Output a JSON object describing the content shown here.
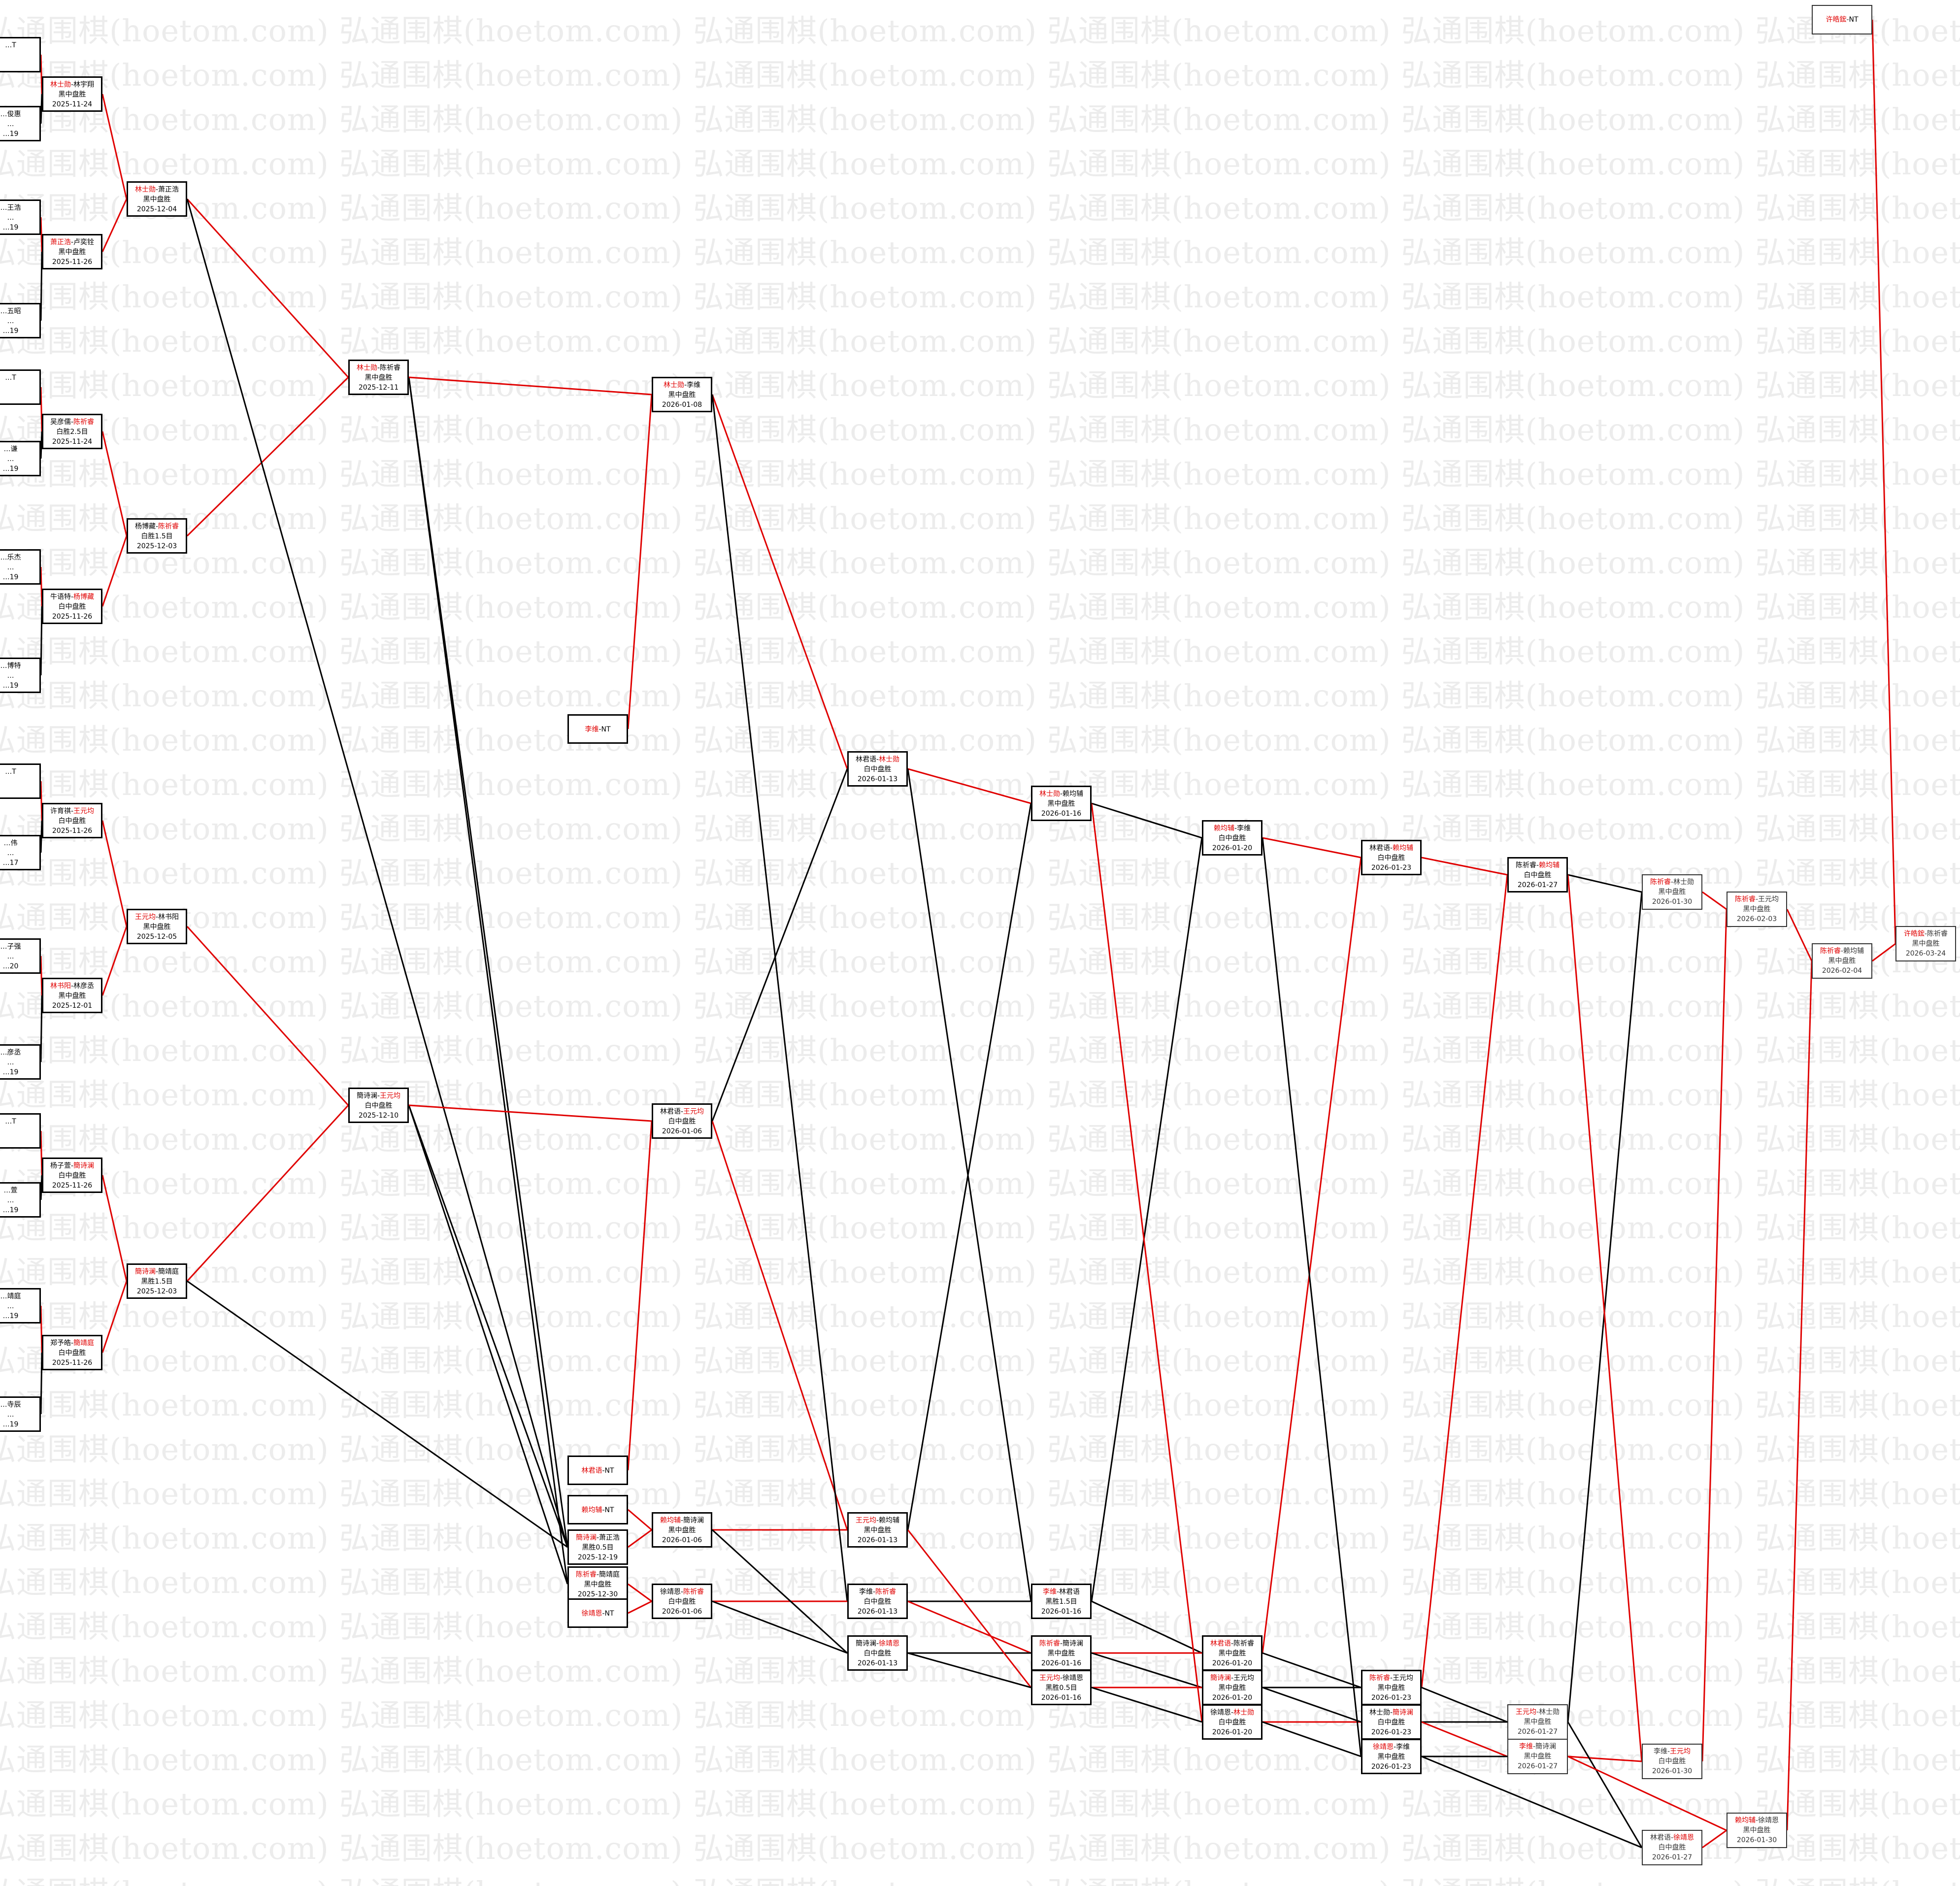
{
  "watermark_text": "弘通围棋(hoetom.com)",
  "colors": {
    "winner": "#e00000",
    "line_win": "#e00000",
    "line_loss": "#000000",
    "watermark": "#ececec"
  },
  "nodes": [
    {
      "id": "e1",
      "p1": "…T",
      "p2": "",
      "w": 0,
      "result": "",
      "date": ""
    },
    {
      "id": "e2",
      "p1": "…俊惠",
      "p2": "",
      "w": 0,
      "result": "…",
      "date": "…19"
    },
    {
      "id": "e3",
      "p1": "…王浩",
      "p2": "",
      "w": 0,
      "result": "…",
      "date": "…19"
    },
    {
      "id": "e4",
      "p1": "…五昭",
      "p2": "",
      "w": 0,
      "result": "…",
      "date": "…19"
    },
    {
      "id": "e5",
      "p1": "…T",
      "p2": "",
      "w": 0,
      "result": "",
      "date": ""
    },
    {
      "id": "e6",
      "p1": "…谦",
      "p2": "",
      "w": 0,
      "result": "…",
      "date": "…19"
    },
    {
      "id": "e7",
      "p1": "…乐杰",
      "p2": "",
      "w": 0,
      "result": "…",
      "date": "…19"
    },
    {
      "id": "e8",
      "p1": "…博特",
      "p2": "",
      "w": 0,
      "result": "…",
      "date": "…19"
    },
    {
      "id": "e9",
      "p1": "…T",
      "p2": "",
      "w": 0,
      "result": "",
      "date": ""
    },
    {
      "id": "e10",
      "p1": "…伟",
      "p2": "",
      "w": 0,
      "result": "…",
      "date": "…17"
    },
    {
      "id": "e11",
      "p1": "…子强",
      "p2": "",
      "w": 0,
      "result": "…",
      "date": "…20"
    },
    {
      "id": "e12",
      "p1": "…彦丞",
      "p2": "",
      "w": 0,
      "result": "…",
      "date": "…19"
    },
    {
      "id": "e13",
      "p1": "…T",
      "p2": "",
      "w": 0,
      "result": "",
      "date": ""
    },
    {
      "id": "e14",
      "p1": "…萱",
      "p2": "",
      "w": 0,
      "result": "…",
      "date": "…19"
    },
    {
      "id": "e15",
      "p1": "…靖庭",
      "p2": "",
      "w": 0,
      "result": "…",
      "date": "…19"
    },
    {
      "id": "e16",
      "p1": "…寺辰",
      "p2": "",
      "w": 0,
      "result": "…",
      "date": "…19"
    },
    {
      "id": "a1",
      "p1": "林士勋",
      "p2": "林宇翔",
      "w": 1,
      "result": "黑中盘胜",
      "date": "2025-11-24"
    },
    {
      "id": "a2",
      "p1": "萧正浩",
      "p2": "卢奕铨",
      "w": 1,
      "result": "黑中盘胜",
      "date": "2025-11-26"
    },
    {
      "id": "a3",
      "p1": "吴彦儒",
      "p2": "陈祈睿",
      "w": 2,
      "result": "白胜2.5目",
      "date": "2025-11-24"
    },
    {
      "id": "a4",
      "p1": "牛语特",
      "p2": "杨博藏",
      "w": 2,
      "result": "白中盘胜",
      "date": "2025-11-26"
    },
    {
      "id": "a5",
      "p1": "许育祺",
      "p2": "王元均",
      "w": 2,
      "result": "白中盘胜",
      "date": "2025-11-26"
    },
    {
      "id": "a6",
      "p1": "林书阳",
      "p2": "林彦丞",
      "w": 1,
      "result": "黑中盘胜",
      "date": "2025-12-01"
    },
    {
      "id": "a7",
      "p1": "杨子萱",
      "p2": "簡诗澜",
      "w": 2,
      "result": "白中盘胜",
      "date": "2025-11-26"
    },
    {
      "id": "a8",
      "p1": "郑予皓",
      "p2": "簡靖庭",
      "w": 2,
      "result": "白中盘胜",
      "date": "2025-11-26"
    },
    {
      "id": "b1",
      "p1": "林士勋",
      "p2": "萧正浩",
      "w": 1,
      "result": "黑中盘胜",
      "date": "2025-12-04"
    },
    {
      "id": "b2",
      "p1": "杨博藏",
      "p2": "陈祈睿",
      "w": 2,
      "result": "白胜1.5目",
      "date": "2025-12-03"
    },
    {
      "id": "b3",
      "p1": "王元均",
      "p2": "林书阳",
      "w": 1,
      "result": "黑中盘胜",
      "date": "2025-12-05"
    },
    {
      "id": "b4",
      "p1": "簡诗澜",
      "p2": "簡靖庭",
      "w": 1,
      "result": "黑胜1.5目",
      "date": "2025-12-03"
    },
    {
      "id": "c1",
      "p1": "林士勋",
      "p2": "陈祈睿",
      "w": 1,
      "result": "黑中盘胜",
      "date": "2025-12-11"
    },
    {
      "id": "c2",
      "p1": "簡诗澜",
      "p2": "王元均",
      "w": 2,
      "result": "白中盘胜",
      "date": "2025-12-10"
    },
    {
      "id": "l1",
      "p1": "李维",
      "p2": "NT",
      "w": 1,
      "result": "",
      "date": "",
      "single": true
    },
    {
      "id": "l2",
      "p1": "林君语",
      "p2": "NT",
      "w": 1,
      "result": "",
      "date": "",
      "single": true
    },
    {
      "id": "l3",
      "p1": "赖均辅",
      "p2": "NT",
      "w": 1,
      "result": "",
      "date": "",
      "single": true
    },
    {
      "id": "l4",
      "p1": "簡诗澜",
      "p2": "萧正浩",
      "w": 1,
      "result": "黑胜0.5目",
      "date": "2025-12-19"
    },
    {
      "id": "l5",
      "p1": "陈祈睿",
      "p2": "簡靖庭",
      "w": 1,
      "result": "黑中盘胜",
      "date": "2025-12-30"
    },
    {
      "id": "l6",
      "p1": "徐靖恩",
      "p2": "NT",
      "w": 1,
      "result": "",
      "date": "",
      "single": true
    },
    {
      "id": "d1",
      "p1": "林士勋",
      "p2": "李维",
      "w": 1,
      "result": "黑中盘胜",
      "date": "2026-01-08"
    },
    {
      "id": "d2",
      "p1": "林君语",
      "p2": "王元均",
      "w": 2,
      "result": "白中盘胜",
      "date": "2026-01-06"
    },
    {
      "id": "d3",
      "p1": "赖均辅",
      "p2": "簡诗澜",
      "w": 1,
      "result": "黑中盘胜",
      "date": "2026-01-06"
    },
    {
      "id": "d4",
      "p1": "徐靖恩",
      "p2": "陈祈睿",
      "w": 2,
      "result": "白中盘胜",
      "date": "2026-01-06"
    },
    {
      "id": "f1",
      "p1": "林君语",
      "p2": "林士勋",
      "w": 2,
      "result": "白中盘胜",
      "date": "2026-01-13"
    },
    {
      "id": "f2",
      "p1": "王元均",
      "p2": "赖均辅",
      "w": 1,
      "result": "黑中盘胜",
      "date": "2026-01-13"
    },
    {
      "id": "f3",
      "p1": "李维",
      "p2": "陈祈睿",
      "w": 2,
      "result": "白中盘胜",
      "date": "2026-01-13"
    },
    {
      "id": "f4",
      "p1": "簡诗澜",
      "p2": "徐靖恩",
      "w": 2,
      "result": "白中盘胜",
      "date": "2026-01-13"
    },
    {
      "id": "g1",
      "p1": "林士勋",
      "p2": "赖均辅",
      "w": 1,
      "result": "黑中盘胜",
      "date": "2026-01-16"
    },
    {
      "id": "g2",
      "p1": "李维",
      "p2": "林君语",
      "w": 1,
      "result": "黑胜1.5目",
      "date": "2026-01-16"
    },
    {
      "id": "g3",
      "p1": "陈祈睿",
      "p2": "簡诗澜",
      "w": 1,
      "result": "黑中盘胜",
      "date": "2026-01-16"
    },
    {
      "id": "g4",
      "p1": "王元均",
      "p2": "徐靖恩",
      "w": 1,
      "result": "黑胜0.5目",
      "date": "2026-01-16"
    },
    {
      "id": "h1",
      "p1": "赖均辅",
      "p2": "李维",
      "w": 1,
      "result": "白中盘胜",
      "date": "2026-01-20"
    },
    {
      "id": "h2",
      "p1": "林君语",
      "p2": "陈祈睿",
      "w": 1,
      "result": "黑中盘胜",
      "date": "2026-01-20"
    },
    {
      "id": "h3",
      "p1": "簡诗澜",
      "p2": "王元均",
      "w": 1,
      "result": "黑中盘胜",
      "date": "2026-01-20"
    },
    {
      "id": "h4",
      "p1": "徐靖恩",
      "p2": "林士勋",
      "w": 2,
      "result": "白中盘胜",
      "date": "2026-01-20"
    },
    {
      "id": "i1",
      "p1": "林君语",
      "p2": "赖均辅",
      "w": 2,
      "result": "白中盘胜",
      "date": "2026-01-23"
    },
    {
      "id": "i2",
      "p1": "陈祈睿",
      "p2": "王元均",
      "w": 1,
      "result": "黑中盘胜",
      "date": "2026-01-23"
    },
    {
      "id": "i3",
      "p1": "林士勋",
      "p2": "簡诗澜",
      "w": 2,
      "result": "白中盘胜",
      "date": "2026-01-23"
    },
    {
      "id": "i4",
      "p1": "徐靖恩",
      "p2": "李维",
      "w": 1,
      "result": "黑中盘胜",
      "date": "2026-01-23"
    },
    {
      "id": "j1",
      "p1": "陈祈睿",
      "p2": "赖均辅",
      "w": 2,
      "result": "白中盘胜",
      "date": "2026-01-27"
    },
    {
      "id": "j2",
      "p1": "王元均",
      "p2": "林士勋",
      "w": 1,
      "result": "黑中盘胜",
      "date": "2026-01-27",
      "late": true
    },
    {
      "id": "j3",
      "p1": "李维",
      "p2": "簡诗澜",
      "w": 1,
      "result": "黑中盘胜",
      "date": "2026-01-27",
      "late": true
    },
    {
      "id": "k1",
      "p1": "陈祈睿",
      "p2": "林士勋",
      "w": 1,
      "result": "黑中盘胜",
      "date": "2026-01-30",
      "late": true
    },
    {
      "id": "k2",
      "p1": "李维",
      "p2": "王元均",
      "w": 2,
      "result": "白中盘胜",
      "date": "2026-01-30",
      "late": true
    },
    {
      "id": "k3",
      "p1": "林君语",
      "p2": "徐靖恩",
      "w": 2,
      "result": "白中盘胜",
      "date": "2026-01-27",
      "late": true
    },
    {
      "id": "m1",
      "p1": "陈祈睿",
      "p2": "王元均",
      "w": 1,
      "result": "黑中盘胜",
      "date": "2026-02-03",
      "late": true
    },
    {
      "id": "m2",
      "p1": "赖均辅",
      "p2": "徐靖恩",
      "w": 1,
      "result": "黑中盘胜",
      "date": "2026-01-30",
      "late": true
    },
    {
      "id": "n1",
      "p1": "陈祈睿",
      "p2": "赖均辅",
      "w": 1,
      "result": "黑中盘胜",
      "date": "2026-02-04",
      "late": true
    },
    {
      "id": "q1",
      "p1": "许皓鋐",
      "p2": "NT",
      "w": 1,
      "result": "",
      "date": "",
      "single": true,
      "late": true
    },
    {
      "id": "z1",
      "p1": "许皓鋐",
      "p2": "陈祈睿",
      "w": 1,
      "result": "黑中盘胜",
      "date": "2026-03-24",
      "late": true
    }
  ],
  "edges": [
    {
      "from": "e1",
      "to": "a1",
      "win": true
    },
    {
      "from": "e2",
      "to": "a1",
      "win": false
    },
    {
      "from": "e3",
      "to": "a2",
      "win": true
    },
    {
      "from": "e4",
      "to": "a2",
      "win": false
    },
    {
      "from": "e5",
      "to": "a3",
      "win": true
    },
    {
      "from": "e6",
      "to": "a3",
      "win": false
    },
    {
      "from": "e7",
      "to": "a4",
      "win": true
    },
    {
      "from": "e8",
      "to": "a4",
      "win": false
    },
    {
      "from": "e9",
      "to": "a5",
      "win": true
    },
    {
      "from": "e10",
      "to": "a5",
      "win": false
    },
    {
      "from": "e11",
      "to": "a6",
      "win": true
    },
    {
      "from": "e12",
      "to": "a6",
      "win": false
    },
    {
      "from": "e13",
      "to": "a7",
      "win": true
    },
    {
      "from": "e14",
      "to": "a7",
      "win": false
    },
    {
      "from": "e15",
      "to": "a8",
      "win": true
    },
    {
      "from": "e16",
      "to": "a8",
      "win": false
    },
    {
      "from": "a1",
      "to": "b1",
      "win": true
    },
    {
      "from": "a2",
      "to": "b1",
      "win": true
    },
    {
      "from": "a3",
      "to": "b2",
      "win": true
    },
    {
      "from": "a4",
      "to": "b2",
      "win": true
    },
    {
      "from": "a5",
      "to": "b3",
      "win": true
    },
    {
      "from": "a6",
      "to": "b3",
      "win": true
    },
    {
      "from": "a7",
      "to": "b4",
      "win": true
    },
    {
      "from": "a8",
      "to": "b4",
      "win": true
    },
    {
      "from": "b1",
      "to": "c1",
      "win": true
    },
    {
      "from": "b2",
      "to": "c1",
      "win": true
    },
    {
      "from": "b3",
      "to": "c2",
      "win": true
    },
    {
      "from": "b4",
      "to": "c2",
      "win": true
    },
    {
      "from": "b1",
      "to": "l4",
      "win": false
    },
    {
      "from": "b4",
      "to": "l4",
      "win": false
    },
    {
      "from": "c1",
      "to": "l5",
      "win": false
    },
    {
      "from": "c2",
      "to": "l5",
      "win": false
    },
    {
      "from": "c1",
      "to": "l4",
      "win": false
    },
    {
      "from": "c2",
      "to": "l4",
      "win": false
    },
    {
      "from": "c1",
      "to": "d1",
      "win": true
    },
    {
      "from": "l1",
      "to": "d1",
      "win": true
    },
    {
      "from": "c2",
      "to": "d2",
      "win": true
    },
    {
      "from": "l2",
      "to": "d2",
      "win": true
    },
    {
      "from": "l3",
      "to": "d3",
      "win": true
    },
    {
      "from": "l4",
      "to": "d3",
      "win": true
    },
    {
      "from": "l5",
      "to": "d4",
      "win": true
    },
    {
      "from": "l6",
      "to": "d4",
      "win": true
    },
    {
      "from": "d1",
      "to": "f1",
      "win": true
    },
    {
      "from": "d2",
      "to": "f1",
      "win": false
    },
    {
      "from": "d2",
      "to": "f2",
      "win": true
    },
    {
      "from": "d3",
      "to": "f2",
      "win": true
    },
    {
      "from": "d1",
      "to": "f3",
      "win": false
    },
    {
      "from": "d4",
      "to": "f3",
      "win": true
    },
    {
      "from": "d3",
      "to": "f4",
      "win": false
    },
    {
      "from": "d4",
      "to": "f4",
      "win": false
    },
    {
      "from": "f1",
      "to": "g1",
      "win": true
    },
    {
      "from": "f2",
      "to": "g1",
      "win": false
    },
    {
      "from": "f1",
      "to": "g2",
      "win": false
    },
    {
      "from": "f3",
      "to": "g2",
      "win": false
    },
    {
      "from": "f3",
      "to": "g3",
      "win": true
    },
    {
      "from": "f4",
      "to": "g3",
      "win": false
    },
    {
      "from": "f2",
      "to": "g4",
      "win": true
    },
    {
      "from": "f4",
      "to": "g4",
      "win": false
    },
    {
      "from": "g1",
      "to": "h1",
      "win": false
    },
    {
      "from": "g2",
      "to": "h1",
      "win": false
    },
    {
      "from": "g2",
      "to": "h2",
      "win": false
    },
    {
      "from": "g3",
      "to": "h2",
      "win": true
    },
    {
      "from": "g3",
      "to": "h3",
      "win": false
    },
    {
      "from": "g4",
      "to": "h3",
      "win": true
    },
    {
      "from": "g1",
      "to": "h4",
      "win": true
    },
    {
      "from": "g4",
      "to": "h4",
      "win": false
    },
    {
      "from": "h1",
      "to": "i1",
      "win": true
    },
    {
      "from": "h2",
      "to": "i1",
      "win": true
    },
    {
      "from": "h2",
      "to": "i2",
      "win": false
    },
    {
      "from": "h3",
      "to": "i2",
      "win": false
    },
    {
      "from": "h4",
      "to": "i3",
      "win": true
    },
    {
      "from": "h3",
      "to": "i3",
      "win": false
    },
    {
      "from": "h4",
      "to": "i4",
      "win": false
    },
    {
      "from": "h1",
      "to": "i4",
      "win": false
    },
    {
      "from": "i1",
      "to": "j1",
      "win": true
    },
    {
      "from": "i2",
      "to": "j1",
      "win": true
    },
    {
      "from": "i2",
      "to": "j2",
      "win": false
    },
    {
      "from": "i3",
      "to": "j2",
      "win": false
    },
    {
      "from": "i3",
      "to": "j3",
      "win": true
    },
    {
      "from": "i4",
      "to": "j3",
      "win": false
    },
    {
      "from": "j1",
      "to": "k1",
      "win": false
    },
    {
      "from": "j2",
      "to": "k1",
      "win": false
    },
    {
      "from": "j1",
      "to": "k2",
      "win": true
    },
    {
      "from": "j3",
      "to": "k2",
      "win": true
    },
    {
      "from": "j2",
      "to": "k3",
      "win": false
    },
    {
      "from": "i4",
      "to": "k3",
      "win": false
    },
    {
      "from": "k1",
      "to": "m1",
      "win": true
    },
    {
      "from": "k2",
      "to": "m1",
      "win": true
    },
    {
      "from": "k3",
      "to": "m2",
      "win": true
    },
    {
      "from": "j3",
      "to": "m2",
      "win": true
    },
    {
      "from": "m1",
      "to": "n1",
      "win": true
    },
    {
      "from": "m2",
      "to": "n1",
      "win": true
    },
    {
      "from": "n1",
      "to": "z1",
      "win": true
    },
    {
      "from": "q1",
      "to": "z1",
      "win": true
    }
  ]
}
